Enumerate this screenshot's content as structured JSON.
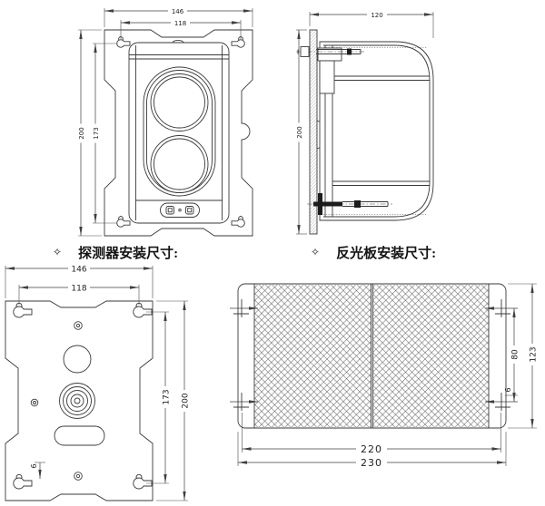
{
  "page": {
    "background": "#ffffff",
    "line_color": "#3a3a3a",
    "hatch_color": "#5a5a5a"
  },
  "captions": {
    "detector": {
      "bullet": "✧",
      "label": "探测器安装尺寸:"
    },
    "reflector": {
      "bullet": "✧",
      "label": "反光板安装尺寸:"
    }
  },
  "views": {
    "detector_front": {
      "dims": {
        "outer_width": "146",
        "hole_width": "118",
        "outer_height": "200",
        "hole_height": "173"
      }
    },
    "detector_side": {
      "dims": {
        "depth": "120",
        "height": "200"
      }
    },
    "detector_back_plate": {
      "dims": {
        "outer_width": "146",
        "hole_width": "118",
        "hole_height": "173",
        "outer_height": "200",
        "slot_offset": "6"
      }
    },
    "reflector_panel": {
      "dims": {
        "hole_height": "80",
        "outer_height": "123",
        "slot_offset": "6",
        "hole_width": "220",
        "outer_width": "230"
      }
    }
  }
}
